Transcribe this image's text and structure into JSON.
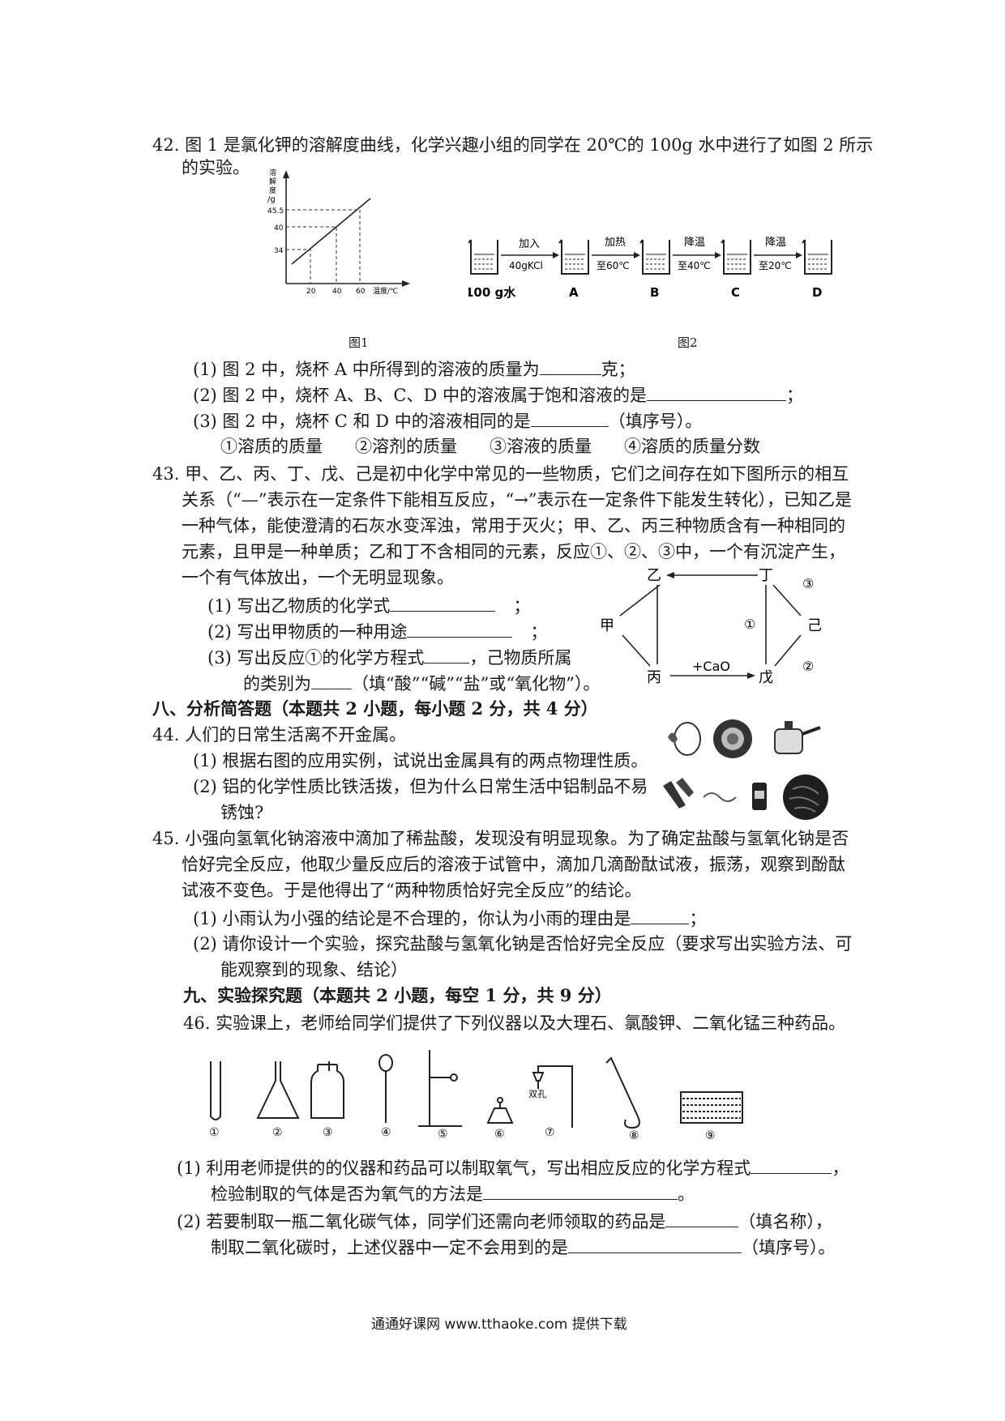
{
  "q42": {
    "l1": "42. 图 1 是氯化钾的溶解度曲线，化学兴趣小组的同学在 20℃的 100g 水中进行了如图 2 所示",
    "l2": "的实验。",
    "fig1": {
      "y_label": [
        "溶",
        "解",
        "度",
        "/g"
      ],
      "x_label": "温度/℃",
      "y_ticks": [
        "45.5",
        "40",
        "34"
      ],
      "x_ticks": [
        "20",
        "40",
        "60"
      ],
      "caption": "图1"
    },
    "fig2": {
      "arrows": [
        {
          "top": "加入",
          "bottom": "40gKCl"
        },
        {
          "top": "加热",
          "bottom": "至60℃"
        },
        {
          "top": "降温",
          "bottom": "至40℃"
        },
        {
          "top": "降温",
          "bottom": "至20℃"
        }
      ],
      "labels": [
        "100 g水",
        "A",
        "B",
        "C",
        "D"
      ],
      "caption": "图2"
    },
    "s1": "(1) 图 2 中，烧杯 A 中所得到的溶液的质量为",
    "s1_end": "克；",
    "s2": "(2) 图 2 中，烧杯 A、B、C、D 中的溶液属于饱和溶液的是",
    "s2_end": "；",
    "s3": "(3) 图 2 中，烧杯 C 和 D 中的溶液相同的是",
    "s3_end": "（填序号）。",
    "options": [
      "①溶质的质量",
      "②溶剂的质量",
      "③溶液的质量",
      "④溶质的质量分数"
    ]
  },
  "q43": {
    "l1": "43. 甲、乙、丙、丁、戊、己是初中化学中常见的一些物质，它们之间存在如下图所示的相互",
    "l2": "关系（“—”表示在一定条件下能相互反应，“→”表示在一定条件下能发生转化），已知乙是",
    "l3": "一种气体，能使澄清的石灰水变浑浊，常用于灭火；甲、乙、丙三种物质含有一种相同的",
    "l4": "元素，且甲是一种单质；乙和丁不含相同的元素，反应①、②、③中，一个有沉淀产生，",
    "l5": "一个有气体放出，一个无明显现象。",
    "s1": "(1) 写出乙物质的化学式",
    "s1_end": "；",
    "s2": "(2) 写出甲物质的一种用途",
    "s2_end": "；",
    "s3a": "(3) 写出反应①的化学方程式",
    "s3a_end": "，己物质所属",
    "s3b": "的类别为",
    "s3b_end": "（填“酸”“碱”“盐”或“氧化物”）。",
    "diagram": {
      "yi": "乙",
      "ding": "丁",
      "jia": "甲",
      "ji": "己",
      "bing": "丙",
      "wu": "戊",
      "cao": "+CaO",
      "r1": "①",
      "r2": "②",
      "r3": "③"
    }
  },
  "sec8": "八、分析简答题（本题共 2 小题，每小题 2 分，共 4 分）",
  "q44": {
    "l1": "44. 人们的日常生活离不开金属。",
    "s1": "(1) 根据右图的应用实例，试说出金属具有的两点物理性质。",
    "s2a": "(2) 铝的化学性质比铁活拨，但为什么日常生活中铝制品不易",
    "s2b": "锈蚀?"
  },
  "q45": {
    "l1": "45. 小强向氢氧化钠溶液中滴加了稀盐酸，发现没有明显现象。为了确定盐酸与氢氧化钠是否",
    "l2": "恰好完全反应，他取少量反应后的溶液于试管中，滴加几滴酚酞试液，振荡，观察到酚酞",
    "l3": "试液不变色。于是他得出了“两种物质恰好完全反应”的结论。",
    "s1": "(1) 小雨认为小强的结论是不合理的，你认为小雨的理由是",
    "s1_end": "；",
    "s2a": "(2) 请你设计一个实验，探究盐酸与氢氧化钠是否恰好完全反应（要求写出实验方法、可",
    "s2b": "能观察到的现象、结论）"
  },
  "sec9": "九、实验探究题（本题共 2 小题，每空 1 分，共 9 分）",
  "q46": {
    "l1": "46. 实验课上，老师给同学们提供了下列仪器以及大理石、氯酸钾、二氧化锰三种药品。",
    "nums": [
      "①",
      "②",
      "③",
      "④",
      "⑤",
      "⑥",
      "⑦",
      "⑧",
      "⑨"
    ],
    "double_hole": "双孔",
    "s1a": "(1) 利用老师提供的的仪器和药品可以制取氧气，写出相应反应的化学方程式",
    "s1a_end": "，",
    "s1b": "检验制取的气体是否为氧气的方法是",
    "s1b_end": "。",
    "s2a": "(2) 若要制取一瓶二氧化碳气体，同学们还需向老师领取的药品是",
    "s2a_end": "（填名称），",
    "s2b": "制取二氧化碳时，上述仪器中一定不会用到的是",
    "s2b_end": "（填序号）。"
  },
  "footer": "通通好课网  www.tthaoke.com  提供下载"
}
